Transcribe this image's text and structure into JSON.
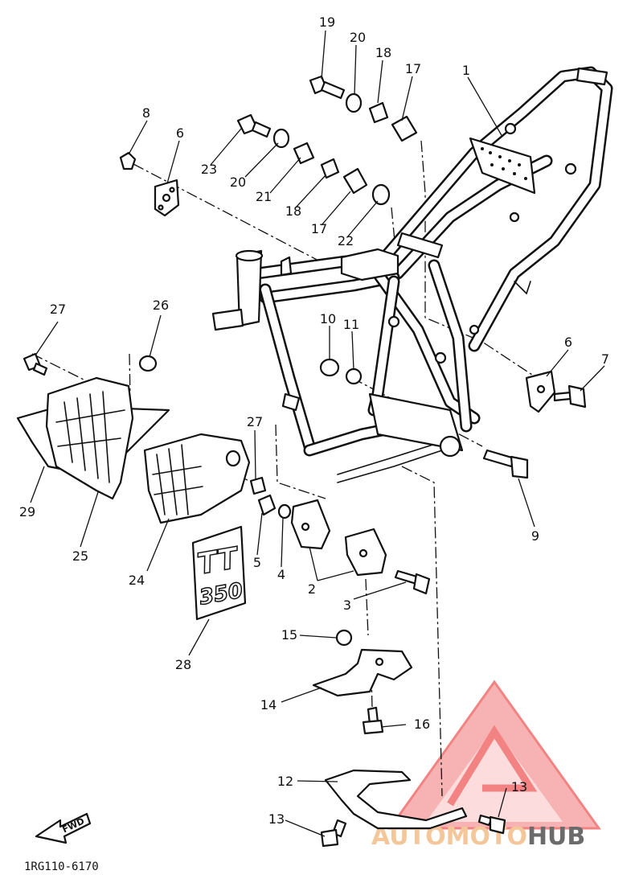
{
  "diagram": {
    "part_numbers": [
      "1",
      "2",
      "3",
      "4",
      "5",
      "6",
      "6",
      "7",
      "8",
      "9",
      "10",
      "11",
      "12",
      "13",
      "13",
      "14",
      "15",
      "16",
      "17",
      "17",
      "18",
      "18",
      "19",
      "20",
      "20",
      "21",
      "22",
      "23",
      "24",
      "25",
      "26",
      "27",
      "27",
      "28",
      "29"
    ],
    "drawing_code": "1RG110-6170",
    "fwd_label": "FWD",
    "badge_text": [
      "TT",
      "350"
    ]
  },
  "watermark": {
    "brand_part1": "AUTOMOTO",
    "brand_part2": "HUB",
    "color_primary": "#f47e7e",
    "color_secondary": "#f3c79a",
    "color_dark": "#6b6b6b"
  }
}
